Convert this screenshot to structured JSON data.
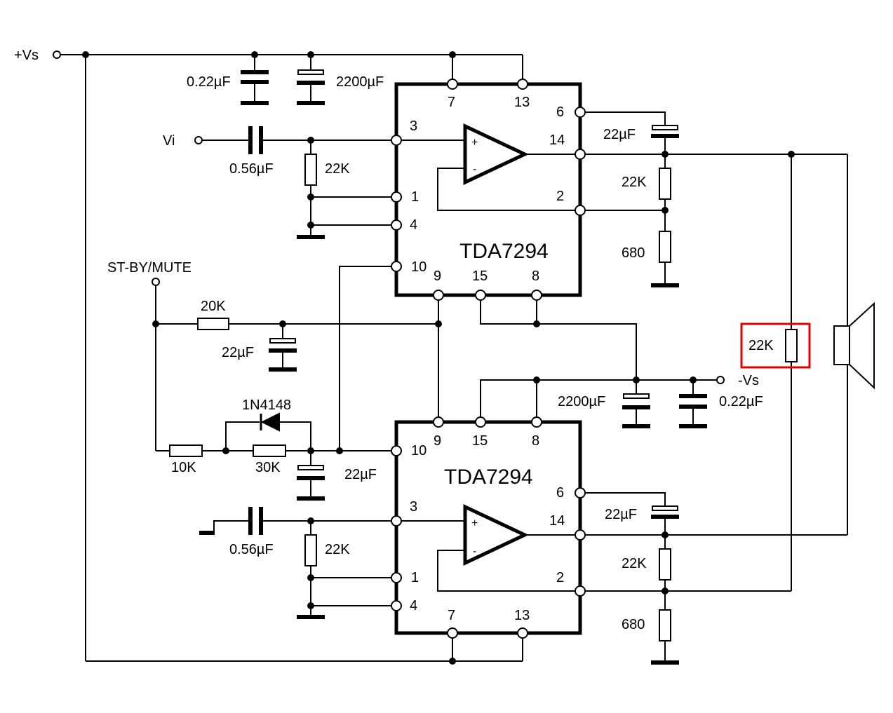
{
  "supply": {
    "positive": "+Vs",
    "negative": "-Vs"
  },
  "input": {
    "label": "Vi"
  },
  "standby": {
    "label": "ST-BY/MUTE"
  },
  "chips": {
    "top": "TDA7294",
    "bottom": "TDA7294"
  },
  "pins": {
    "top": {
      "p7": "7",
      "p13": "13",
      "p6": "6",
      "p3": "3",
      "p14": "14",
      "p1": "1",
      "p2": "2",
      "p4": "4",
      "p10": "10",
      "p9": "9",
      "p15": "15",
      "p8": "8"
    },
    "bottom": {
      "p9": "9",
      "p15": "15",
      "p8": "8",
      "p10": "10",
      "p6": "6",
      "p3": "3",
      "p14": "14",
      "p1": "1",
      "p2": "2",
      "p4": "4",
      "p7": "7",
      "p13": "13"
    }
  },
  "components": {
    "c_pos_small": "0.22µF",
    "c_pos_big": "2200µF",
    "c_in_top": "0.56µF",
    "r_in_top": "22K",
    "c_boot_top": "22µF",
    "r_fb_top": "22K",
    "r_gnd_top": "680",
    "r_stby": "20K",
    "c_stby": "22µF",
    "diode": "1N4148",
    "r_10k": "10K",
    "r_30k": "30K",
    "c_mute": "22µF",
    "c_neg_big": "2200µF",
    "c_neg_small": "0.22µF",
    "r_bridge": "22K",
    "c_in_bot": "0.56µF",
    "r_in_bot": "22K",
    "c_boot_bot": "22µF",
    "r_fb_bot": "22K",
    "r_gnd_bot": "680"
  },
  "highlight_color": "#e00000"
}
